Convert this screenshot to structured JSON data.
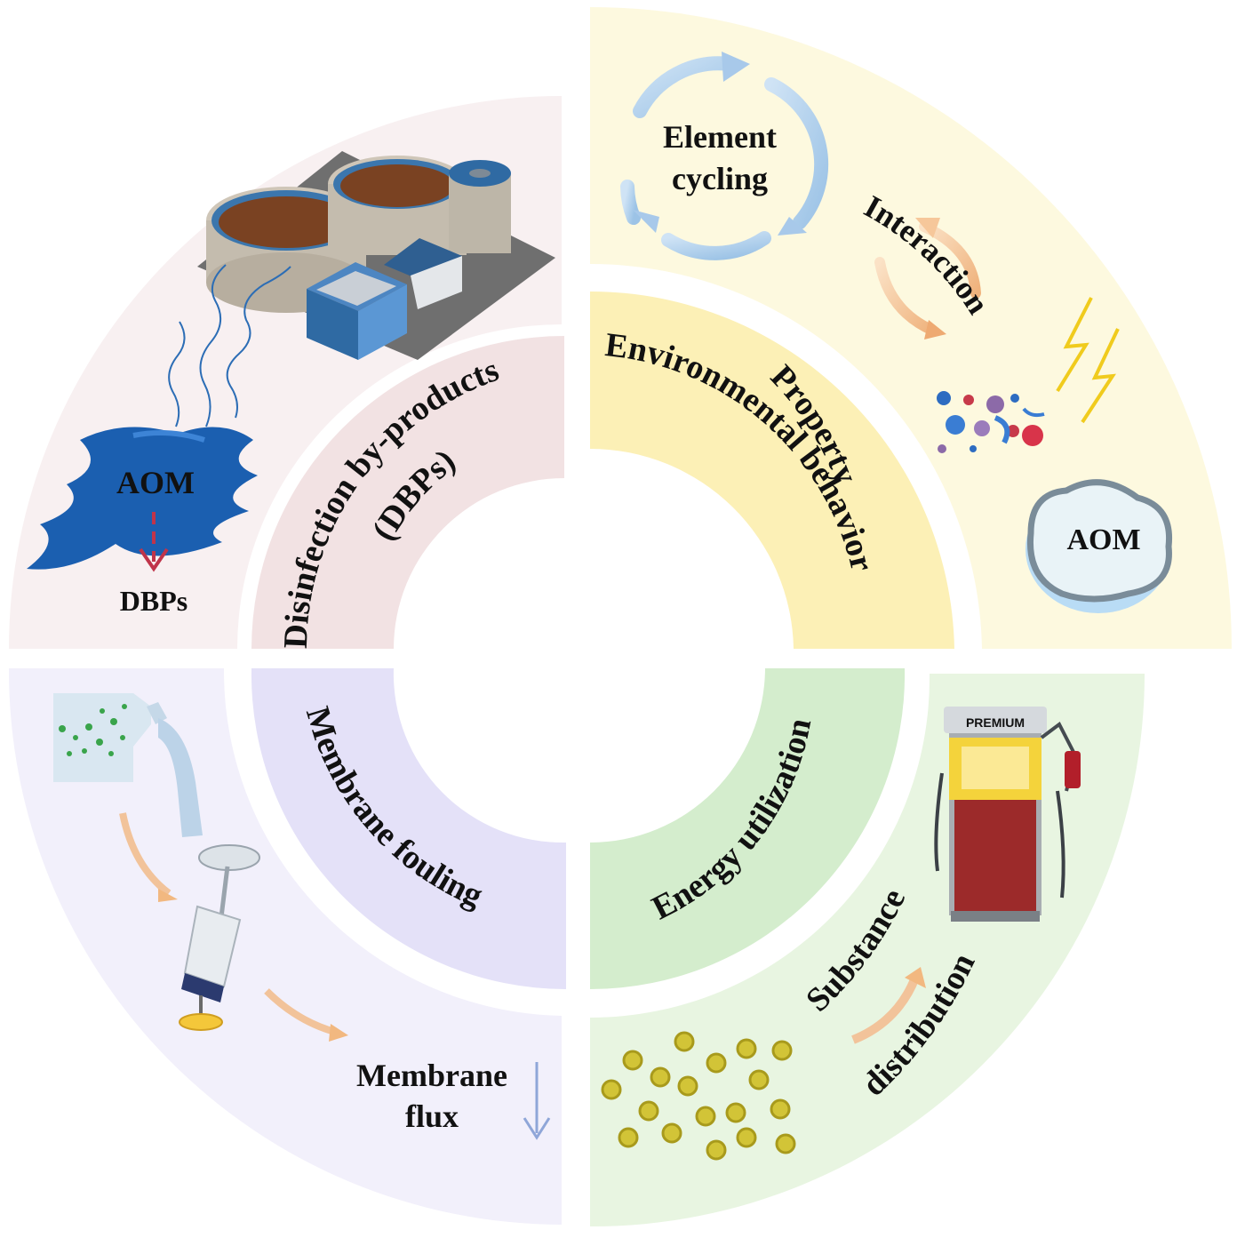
{
  "quadrants": {
    "top_left": {
      "inner_title_line1": "Disinfection by-products",
      "inner_title_line2": "(DBPs)",
      "outer_label_source": "AOM",
      "outer_label_product": "DBPs"
    },
    "top_right": {
      "inner_title_line1": "Property",
      "inner_title_line2": "Environmental behavior",
      "cycle_label_line1": "Element",
      "cycle_label_line2": "cycling",
      "interaction_label": "Interaction",
      "cell_label": "AOM"
    },
    "bottom_left": {
      "inner_title": "Membrane fouling",
      "flux_label_line1": "Membrane",
      "flux_label_line2": "flux"
    },
    "bottom_right": {
      "inner_title": "Energy utilization",
      "distribution_line1": "Substance",
      "distribution_line2": "distribution",
      "pump_sign": "PREMIUM"
    }
  },
  "colors": {
    "dbp_outer": "#f8f0f1",
    "dbp_inner": "#f2e2e3",
    "env_outer": "#fdf9df",
    "env_inner": "#fcf0b6",
    "mem_outer": "#f2f0fb",
    "mem_inner": "#e4e1f8",
    "energy_outer": "#e8f5e1",
    "energy_inner": "#d4edcd"
  }
}
